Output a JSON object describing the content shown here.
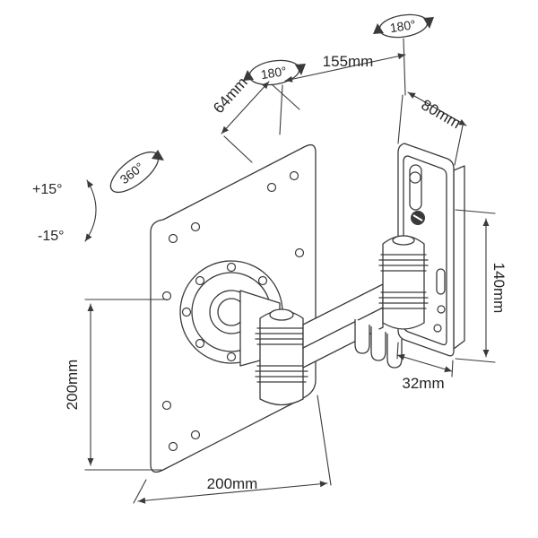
{
  "dimensions": {
    "d64": "64mm",
    "d155": "155mm",
    "d80": "80mm",
    "d140": "140mm",
    "d32": "32mm",
    "d200_left": "200mm",
    "d200_bottom": "200mm"
  },
  "angles": {
    "tilt_up": "+15°",
    "tilt_down": "-15°",
    "rotate_full": "360°",
    "swivel_arm": "180°",
    "swivel_wall": "180°"
  },
  "colors": {
    "line": "#3a3a3a",
    "text": "#262626",
    "background": "#ffffff"
  }
}
